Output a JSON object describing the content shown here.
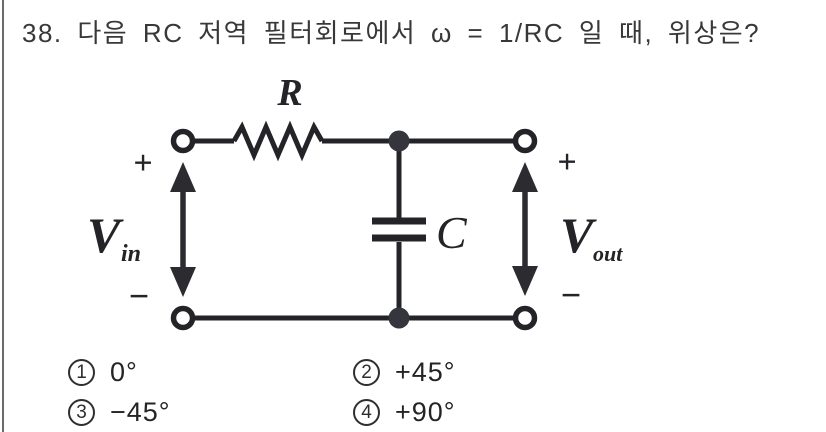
{
  "question": {
    "text": "38. 다음 RC 저역 필터회로에서 ω = 1/RC 일 때, 위상은?"
  },
  "circuit": {
    "resistor_label": "R",
    "capacitor_label": "C",
    "vin": {
      "main": "V",
      "sub": "in"
    },
    "vout": {
      "main": "V",
      "sub": "out"
    },
    "polarity": {
      "plus": "+",
      "minus": "−"
    }
  },
  "options": [
    {
      "number": "1",
      "label": "0°"
    },
    {
      "number": "2",
      "label": "+45°"
    },
    {
      "number": "3",
      "label": "−45°"
    },
    {
      "number": "4",
      "label": "+90°"
    }
  ],
  "colors": {
    "ink": "#232328",
    "node": "#35353d",
    "text": "#383838"
  }
}
